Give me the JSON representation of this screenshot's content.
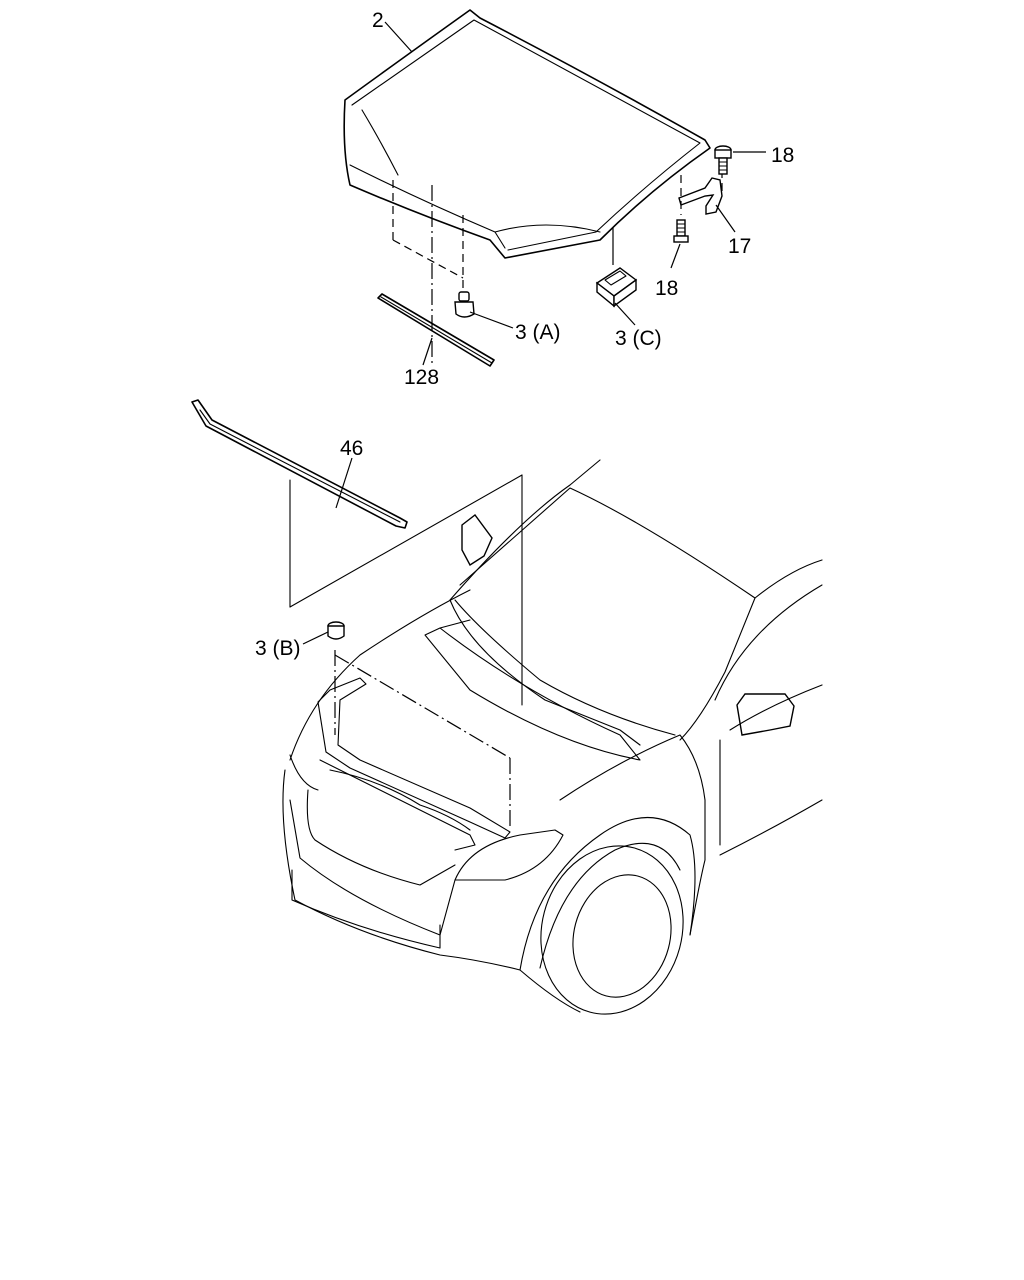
{
  "callouts": [
    {
      "id": "hood",
      "label": "2"
    },
    {
      "id": "bolt-upper",
      "label": "18"
    },
    {
      "id": "hinge",
      "label": "17"
    },
    {
      "id": "bolt-lower",
      "label": "18"
    },
    {
      "id": "clip-a",
      "label": "3 (A)"
    },
    {
      "id": "clip-c",
      "label": "3 (C)"
    },
    {
      "id": "hood-seal",
      "label": "128"
    },
    {
      "id": "weatherstrip",
      "label": "46"
    },
    {
      "id": "clip-b",
      "label": "3 (B)"
    }
  ]
}
